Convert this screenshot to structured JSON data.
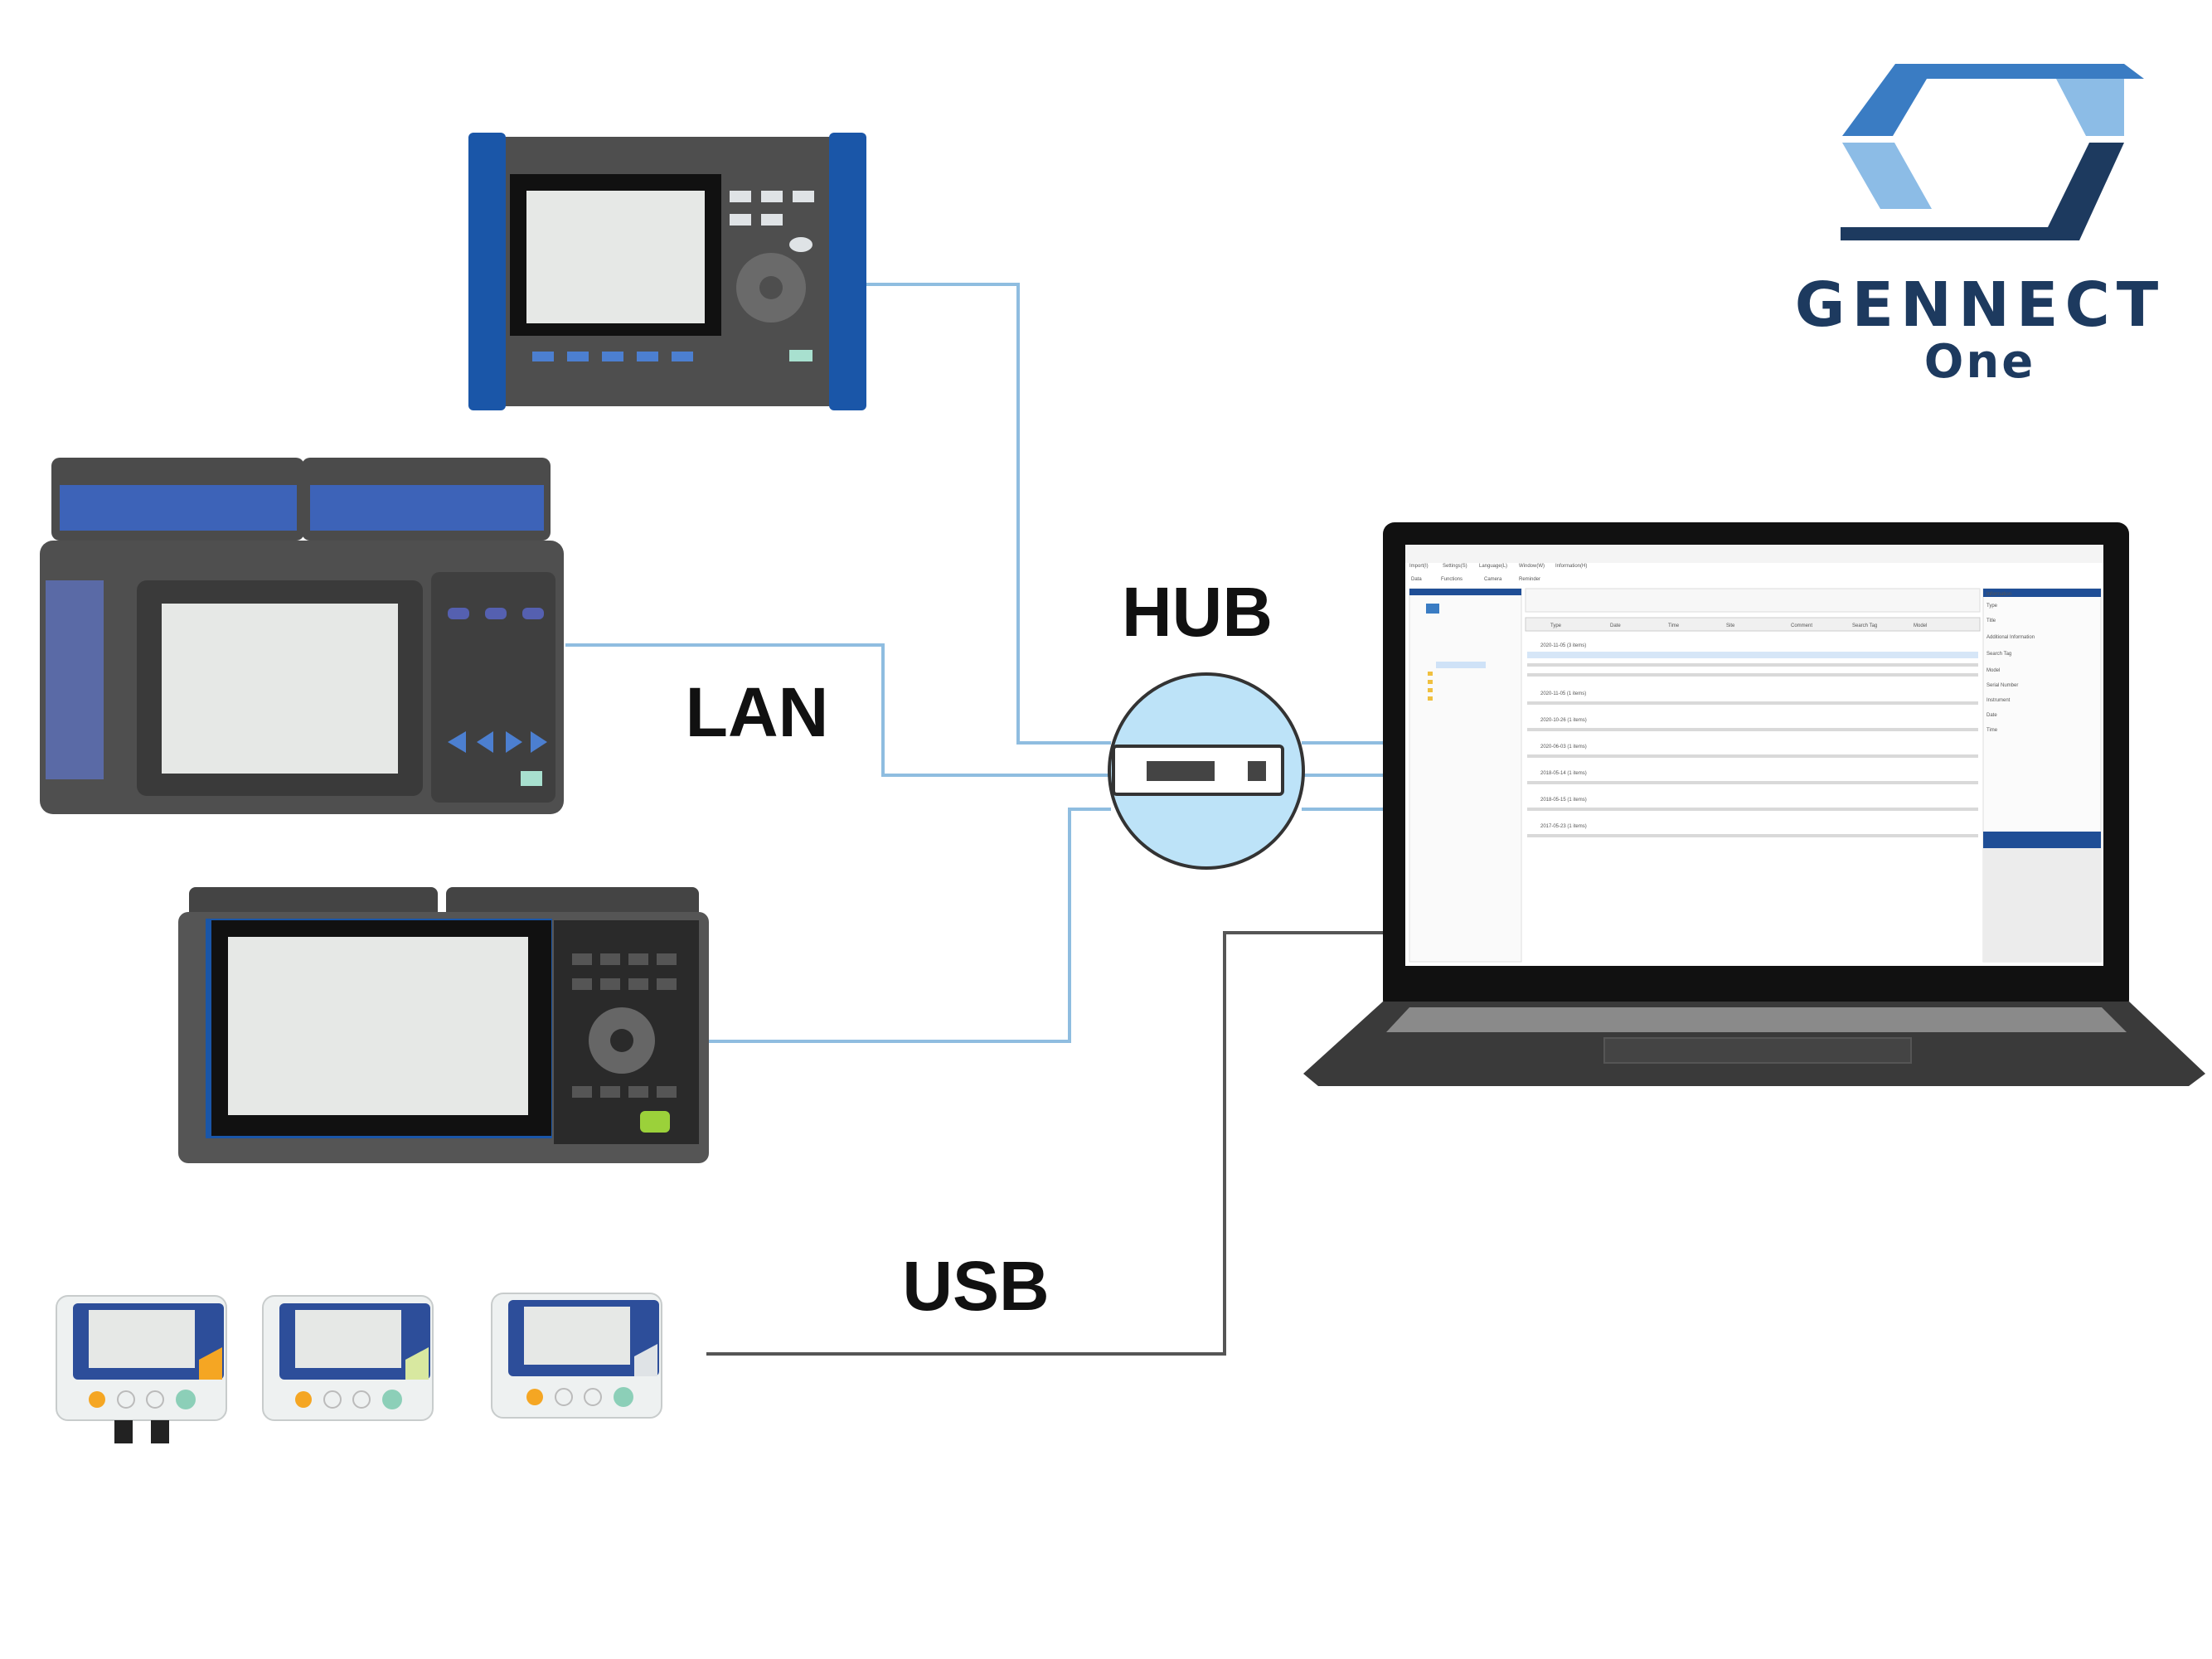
{
  "labels": {
    "hub": "HUB",
    "lan": "LAN",
    "usb": "USB"
  },
  "logo": {
    "name": "GENNECT",
    "sub": "One"
  },
  "colors": {
    "lan_line": "#8fbde0",
    "usb_line": "#555555",
    "hub_fill": "#bde3f8",
    "logo_dark": "#1d3a5f",
    "logo_mid": "#3a7cc3",
    "logo_light": "#8cbce6",
    "device_body": "#4d4d4d",
    "device_blue": "#1a56a8",
    "screen": "#e6e8e6"
  },
  "laptop_app": {
    "menu": [
      "Import(I)",
      "Settings(S)",
      "Language(L)",
      "Window(W)",
      "Information(H)"
    ],
    "tabs": [
      "Data",
      "Functions",
      "Camera",
      "Reminder"
    ],
    "columns": [
      "Type",
      "Date",
      "Time",
      "Site",
      "Comment",
      "Search Tag",
      "Model"
    ],
    "groups": [
      "2020-11-05 (3 items)",
      "2020-11-05 (1 items)",
      "2020-10-26 (1 items)",
      "2020-06-03 (1 items)",
      "2018-05-14 (1 items)",
      "2018-05-15 (1 items)",
      "2017-05-23 (1 items)"
    ],
    "panel_title": "Information",
    "panel_fields": [
      "Type",
      "Title",
      "Additional Information",
      "Search Tag",
      "Model",
      "Serial Number",
      "Instrument",
      "Date",
      "Time"
    ]
  }
}
